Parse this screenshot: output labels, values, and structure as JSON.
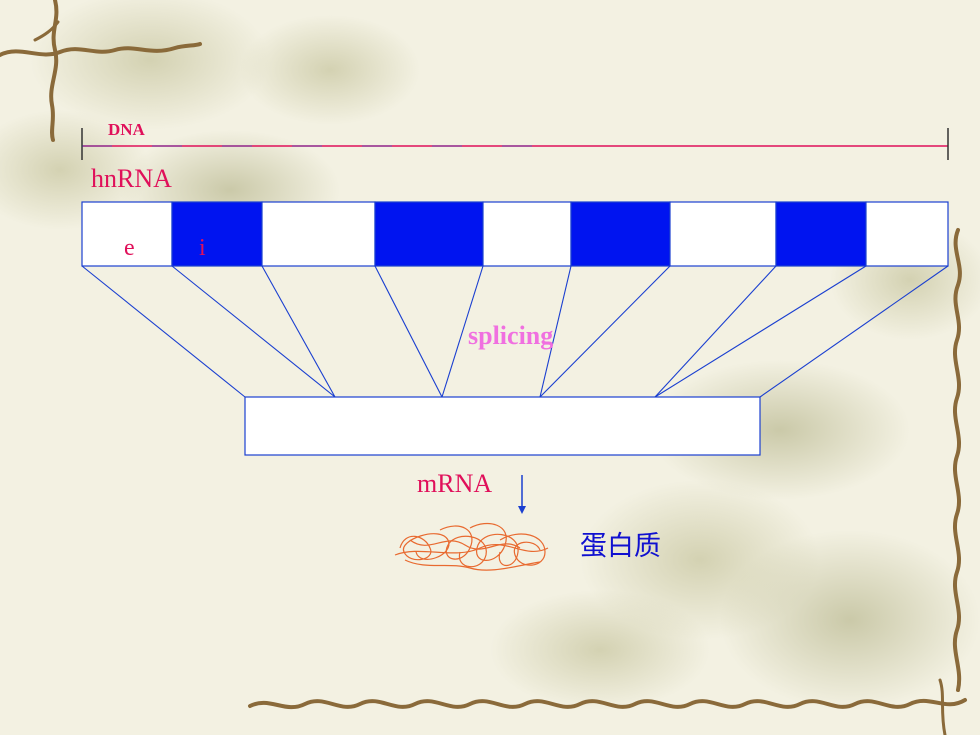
{
  "labels": {
    "dna": "DNA",
    "hnrna": "hnRNA",
    "exon": "e",
    "intron": "i",
    "splicing": "splicing",
    "mrna": "mRNA",
    "protein": "蛋白质"
  },
  "colors": {
    "background": "#f3f1e2",
    "line_blue": "#1a3fd0",
    "intron_fill": "#0014f0",
    "dna_red": "#e0105a",
    "splicing_pink": "#f070e0",
    "protein_blue": "#1010d0",
    "protein_squiggle": "#e86a30",
    "vine": "#8a6a3a"
  },
  "hnrna_segments": [
    "exon",
    "intron",
    "exon",
    "intron",
    "exon",
    "intron",
    "exon",
    "intron",
    "exon"
  ],
  "icons": [
    "protein-squiggle-icon",
    "down-arrow-icon"
  ]
}
